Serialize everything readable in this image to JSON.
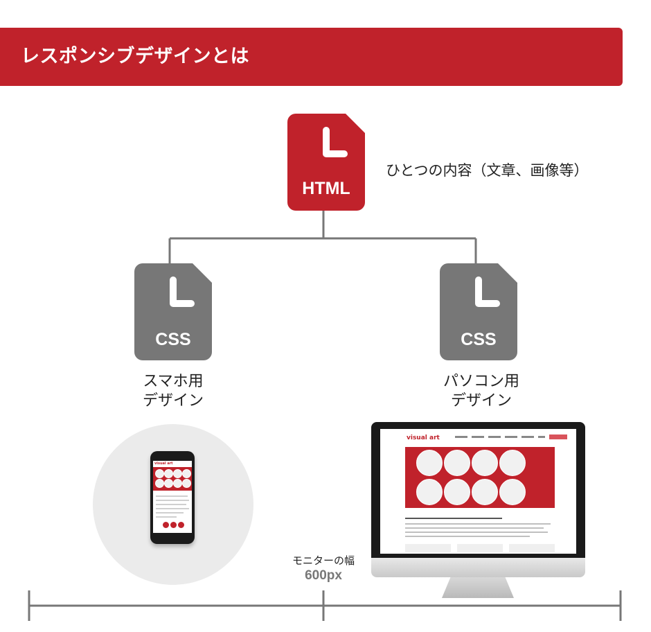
{
  "header": {
    "title": "レスポンシブデザインとは"
  },
  "html_file": {
    "label": "HTML",
    "note": "ひとつの内容（文章、画像等）"
  },
  "css_left": {
    "label": "CSS",
    "caption_line1": "スマホ用",
    "caption_line2": "デザイン"
  },
  "css_right": {
    "label": "CSS",
    "caption_line1": "パソコン用",
    "caption_line2": "デザイン"
  },
  "phone_mock": {
    "logo": "visual art"
  },
  "monitor_mock": {
    "logo": "visual art"
  },
  "measure": {
    "label": "モニターの幅",
    "value": "600px"
  },
  "colors": {
    "accent": "#c0222b",
    "css_icon": "#777777",
    "line": "#777777"
  },
  "icons": [
    "file-html-icon",
    "file-css-icon"
  ]
}
